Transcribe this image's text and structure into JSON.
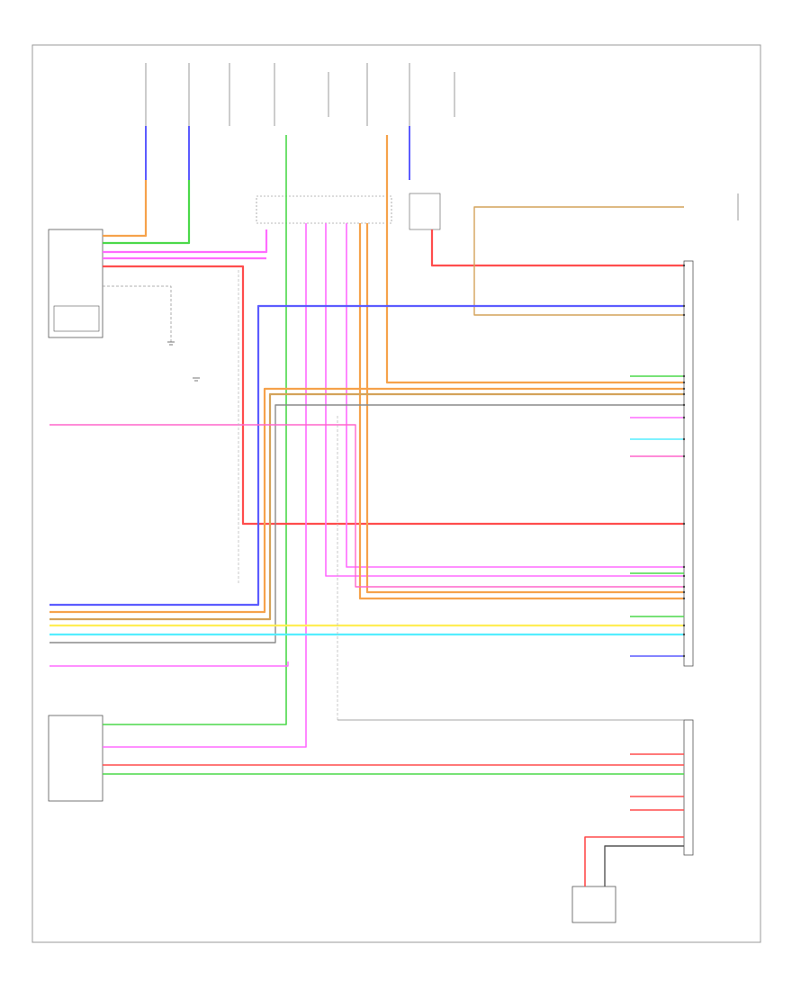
{
  "footer_code": "",
  "colors": {
    "orange": "#f6a24b",
    "green": "#4cd94a",
    "magenta": "#ff6bff",
    "pink": "#ff66cc",
    "red": "#ff4d4d",
    "blue": "#5c5cff",
    "yellow": "#ffee55",
    "cyan": "#55eeff",
    "tan": "#d4a35a",
    "grey": "#8a8a8a",
    "frame": "#9a9a9a"
  },
  "components": [
    {
      "id": "steering-lock-ecu",
      "label": ""
    },
    {
      "id": "relay-box",
      "label": ""
    },
    {
      "id": "stop-lamp-switch",
      "label": ""
    },
    {
      "id": "smart-key-ecu",
      "label": ""
    },
    {
      "id": "power-source-control-ecu",
      "label": ""
    },
    {
      "id": "engine-control-module",
      "label": ""
    },
    {
      "id": "starter",
      "label": ""
    },
    {
      "id": "id-code-box",
      "label": ""
    }
  ]
}
